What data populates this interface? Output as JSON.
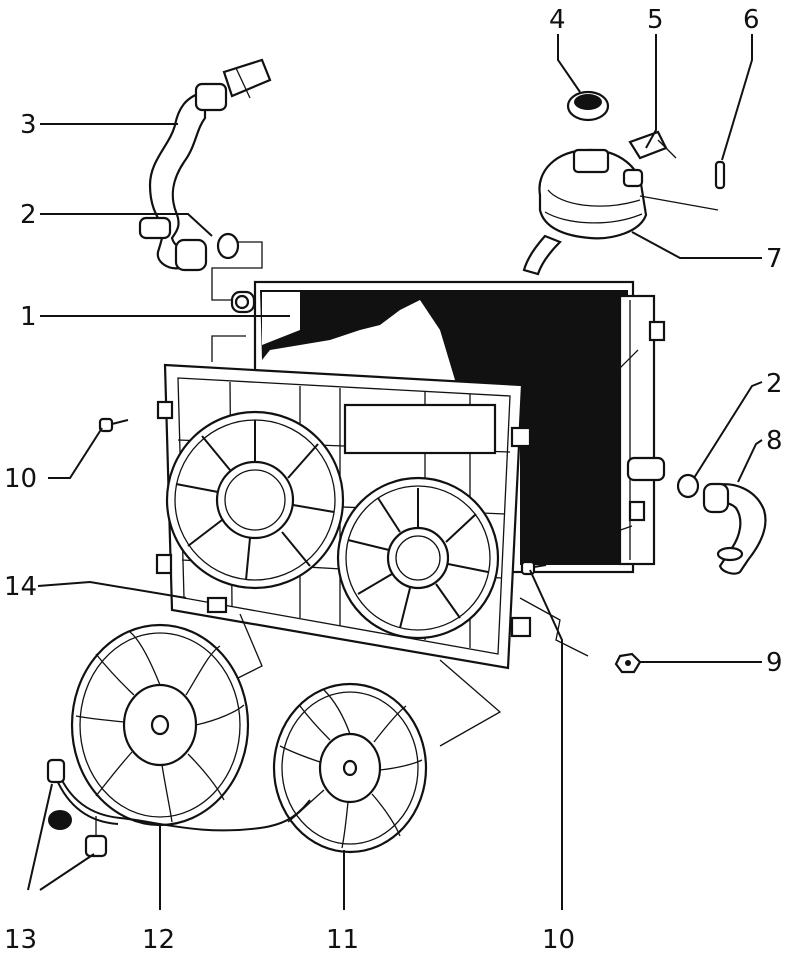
{
  "callouts": {
    "c1": "1",
    "c2a": "2",
    "c2b": "2",
    "c3": "3",
    "c4": "4",
    "c5": "5",
    "c6": "6",
    "c7": "7",
    "c8": "8",
    "c9": "9",
    "c10a": "10",
    "c10b": "10",
    "c11": "11",
    "c12": "12",
    "c13": "13",
    "c14": "14"
  }
}
